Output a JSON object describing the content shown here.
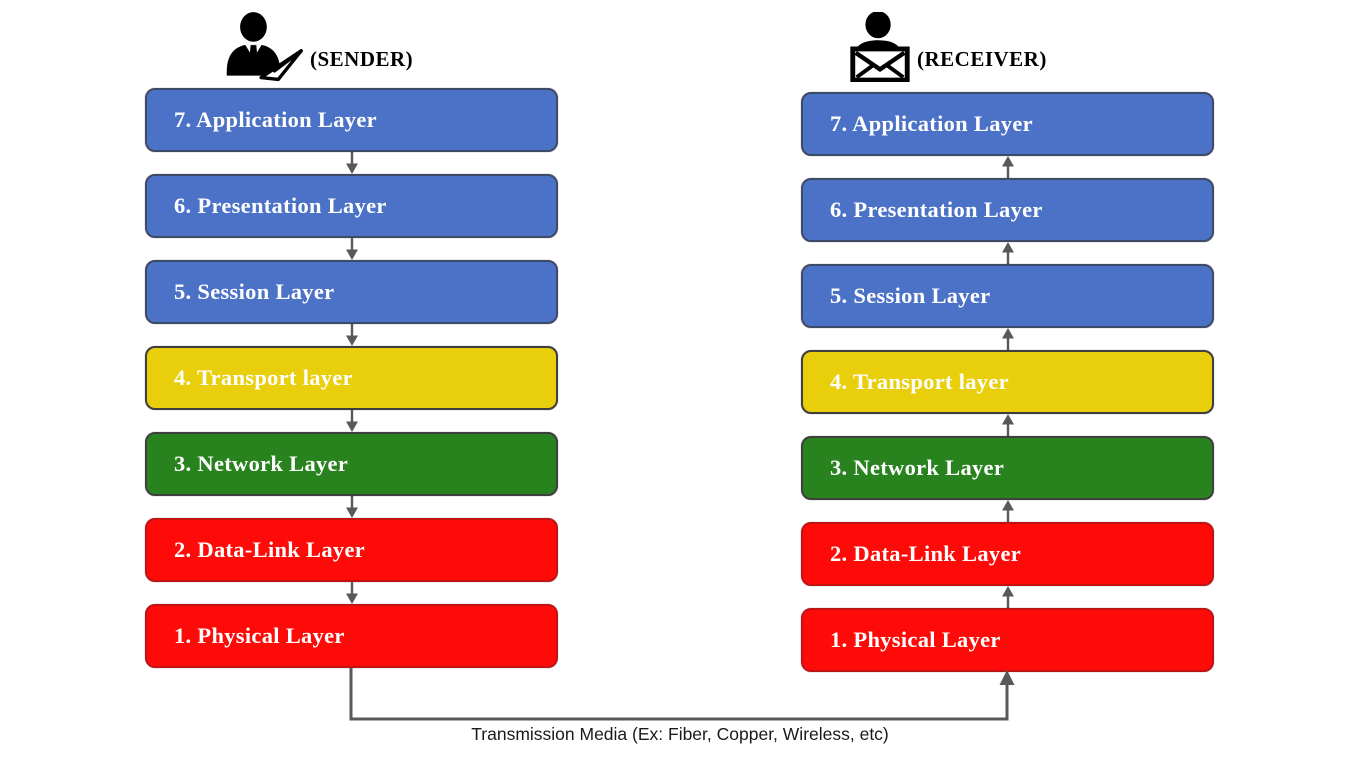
{
  "sender": {
    "label": "(SENDER)"
  },
  "receiver": {
    "label": "(RECEIVER)"
  },
  "layers": [
    {
      "label": "7. Application Layer",
      "fill": "#4C72C8",
      "border": "#3E4B66"
    },
    {
      "label": "6. Presentation Layer",
      "fill": "#4C72C8",
      "border": "#3E4B66"
    },
    {
      "label": "5. Session Layer",
      "fill": "#4C72C8",
      "border": "#3E4B66"
    },
    {
      "label": "4. Transport layer",
      "fill": "#E9CF0B",
      "border": "#3F3F3F"
    },
    {
      "label": "3. Network Layer",
      "fill": "#28831E",
      "border": "#3F3F3F"
    },
    {
      "label": "2. Data-Link Layer",
      "fill": "#FE0A08",
      "border": "#C01414"
    },
    {
      "label": "1. Physical Layer",
      "fill": "#FE0A08",
      "border": "#C01414"
    }
  ],
  "colors": {
    "arrow": "#595959",
    "connector": "#595959",
    "layer_text": "#FFFFFF",
    "header_text": "#000000",
    "transmission_text": "#1A1A1A"
  },
  "transmission": {
    "label": "Transmission Media (Ex: Fiber, Copper, Wireless, etc)"
  }
}
